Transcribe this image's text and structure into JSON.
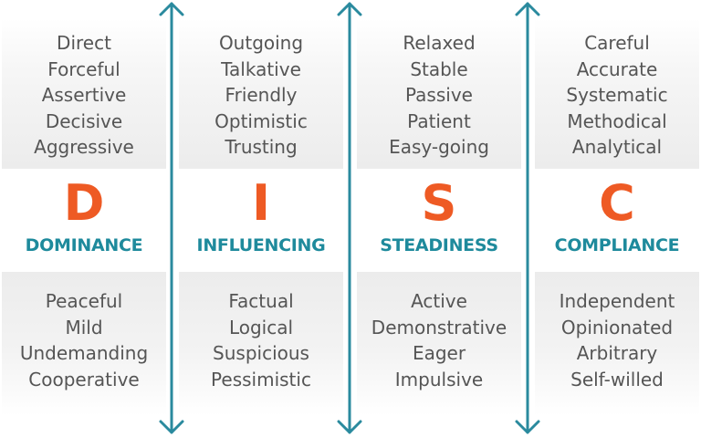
{
  "colors": {
    "letter": "#ee5a24",
    "label": "#1e8a9c",
    "trait_text": "#555555",
    "arrow": "#2a8a9e"
  },
  "icons": [
    "double-headed-vertical-arrow-icon"
  ],
  "columns": [
    {
      "letter": "D",
      "label": "DOMINANCE",
      "high_traits": [
        "Direct",
        "Forceful",
        "Assertive",
        "Decisive",
        "Aggressive"
      ],
      "low_traits": [
        "Peaceful",
        "Mild",
        "Undemanding",
        "Cooperative"
      ]
    },
    {
      "letter": "I",
      "label": "INFLUENCING",
      "high_traits": [
        "Outgoing",
        "Talkative",
        "Friendly",
        "Optimistic",
        "Trusting"
      ],
      "low_traits": [
        "Factual",
        "Logical",
        "Suspicious",
        "Pessimistic"
      ]
    },
    {
      "letter": "S",
      "label": "STEADINESS",
      "high_traits": [
        "Relaxed",
        "Stable",
        "Passive",
        "Patient",
        "Easy-going"
      ],
      "low_traits": [
        "Active",
        "Demonstrative",
        "Eager",
        "Impulsive"
      ]
    },
    {
      "letter": "C",
      "label": "COMPLIANCE",
      "high_traits": [
        "Careful",
        "Accurate",
        "Systematic",
        "Methodical",
        "Analytical"
      ],
      "low_traits": [
        "Independent",
        "Opinionated",
        "Arbitrary",
        "Self-willed"
      ]
    }
  ]
}
